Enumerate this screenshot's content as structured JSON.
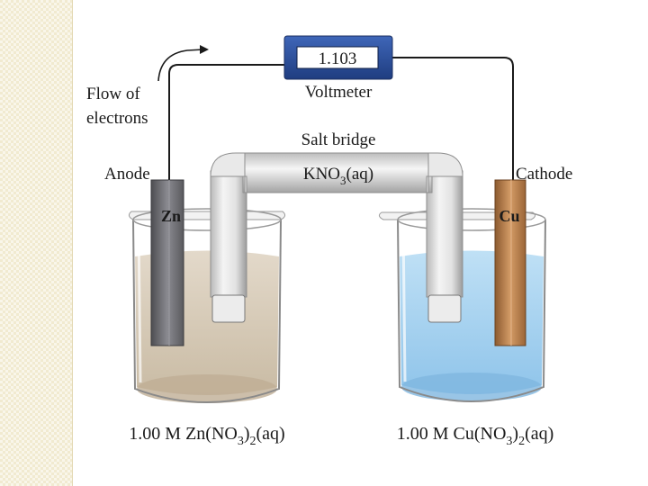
{
  "voltmeter": {
    "reading": "1.103",
    "label": "Voltmeter"
  },
  "flow_label": {
    "line1": "Flow of",
    "line2": "electrons"
  },
  "salt_bridge": {
    "label": "Salt bridge",
    "formula_main": "KNO",
    "formula_sub": "3",
    "formula_end": "(aq)"
  },
  "anode": {
    "label": "Anode",
    "metal": "Zn"
  },
  "cathode": {
    "label": "Cathode",
    "metal": "Cu"
  },
  "left_solution": {
    "prefix": "1.00 M Zn(NO",
    "sub1": "3",
    "mid": ")",
    "sub2": "2",
    "suffix": "(aq)"
  },
  "right_solution": {
    "prefix": "1.00 M Cu(NO",
    "sub1": "3",
    "mid": ")",
    "sub2": "2",
    "suffix": "(aq)"
  },
  "colors": {
    "voltmeter_body": "#2c4f9e",
    "left_solution": "#d7cbb9",
    "right_solution": "#a9d4ef",
    "zinc": "#6f6f74",
    "copper": "#b8814f"
  }
}
